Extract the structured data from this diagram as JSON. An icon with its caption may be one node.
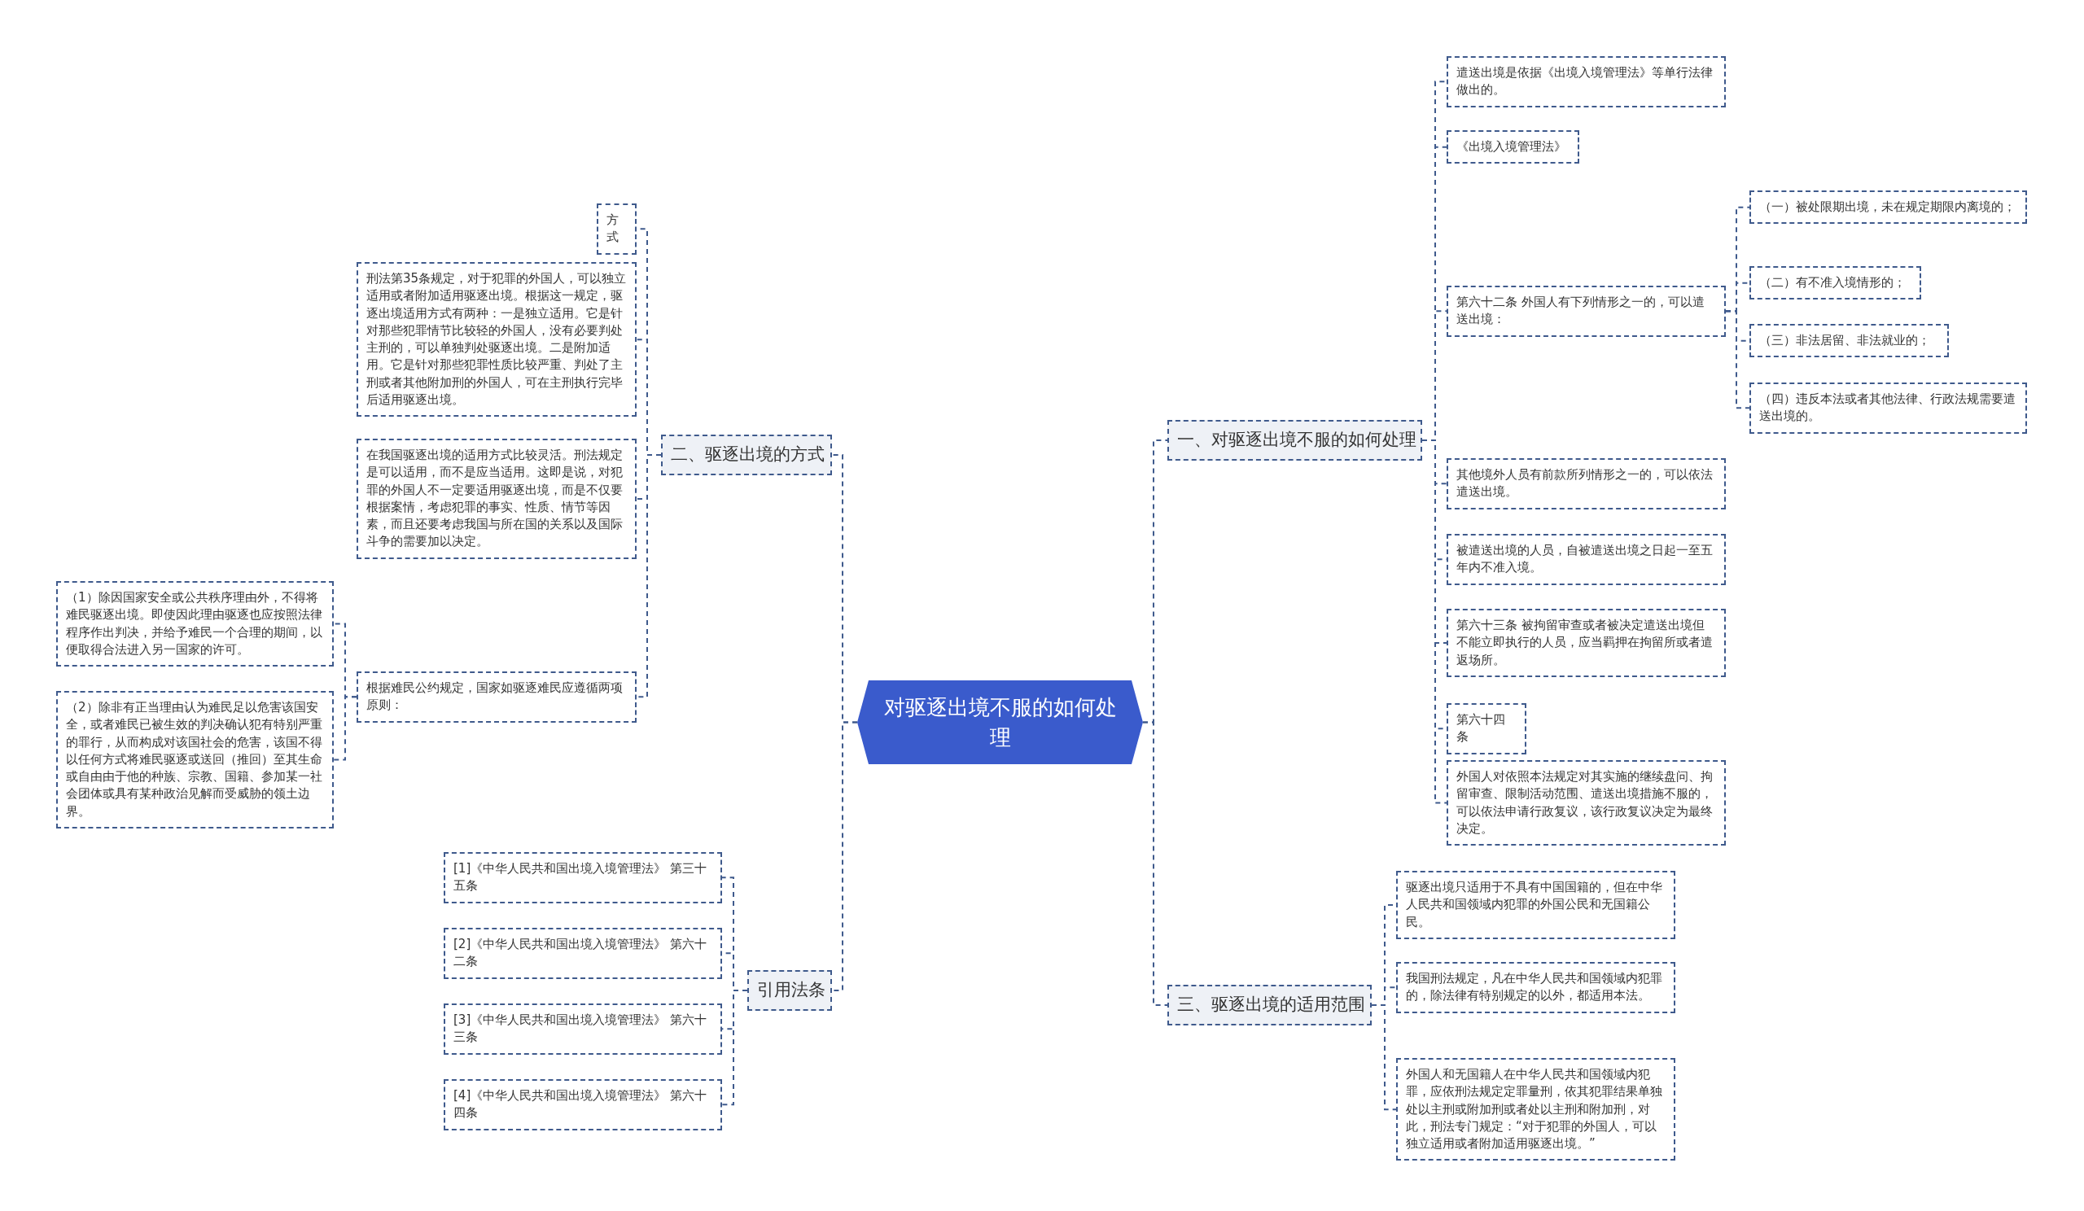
{
  "diagram": {
    "nodes": [
      {
        "text": [
          "对驱逐出境不服的如何处理"
        ]
      },
      {
        "text": [
          "一、对驱逐出境不服的如何处理"
        ]
      },
      {
        "text": [
          "遣送出境是依据《出境入境管理法》等单行法律做出的。"
        ]
      },
      {
        "text": [
          "《出境入境管理法》"
        ]
      },
      {
        "text": [
          "第六十二条 外国人有下列情形之一的，可以遣送出境："
        ]
      },
      {
        "text": [
          "（一）被处限期出境，未在规定期限内离境的；"
        ]
      },
      {
        "text": [
          "（二）有不准入境情形的；"
        ]
      },
      {
        "text": [
          "（三）非法居留、非法就业的；"
        ]
      },
      {
        "text": [
          "（四）违反本法或者其他法律、行政法规需要遣送出境的。"
        ]
      },
      {
        "text": [
          "其他境外人员有前款所列情形之一的，可以依法遣送出境。"
        ]
      },
      {
        "text": [
          "被遣送出境的人员，自被遣送出境之日起一至五年内不准入境。"
        ]
      },
      {
        "text": [
          "第六十三条 被拘留审查或者被决定遣送出境但不能立即执行的人员，应当羁押在拘留所或者遣返场所。"
        ]
      },
      {
        "text": [
          "第六十四条"
        ]
      },
      {
        "text": [
          "外国人对依照本法规定对其实施的继续盘问、拘留审查、限制活动范围、遣送出境措施不服的，可以依法申请行政复议，该行政复议决定为最终决定。"
        ]
      },
      {
        "text": [
          "三、驱逐出境的适用范围"
        ]
      },
      {
        "text": [
          "驱逐出境只适用于不具有中国国籍的，但在中华人民共和国领域内犯罪的外国公民和无国籍公民。"
        ]
      },
      {
        "text": [
          "我国刑法规定，凡在中华人民共和国领域内犯罪的，除法律有特别规定的以外，都适用本法。"
        ]
      },
      {
        "text": [
          "外国人和无国籍人在中华人民共和国领域内犯罪，应依刑法规定定罪量刑，依其犯罪结果单独处以主刑或附加刑或者处以主刑和附加刑，对此，刑法专门规定：“对于犯罪的外国人，可以独立适用或者附加适用驱逐出境。”"
        ]
      },
      {
        "text": [
          "二、驱逐出境的方式"
        ]
      },
      {
        "text": [
          "方式"
        ]
      },
      {
        "text": [
          "刑法第35条规定，对于犯罪的外国人，可以独立适用或者附加适用驱逐出境。根据这一规定，驱逐出境适用方式有两种：一是独立适用。它是针对那些犯罪情节比较轻的外国人，没有必要判处主刑的，可以单独判处驱逐出境。二是附加适用。它是针对那些犯罪性质比较严重、判处了主刑或者其他附加刑的外国人，可在主刑执行完毕后适用驱逐出境。"
        ]
      },
      {
        "text": [
          "在我国驱逐出境的适用方式比较灵活。刑法规定是可以适用，而不是应当适用。这即是说，对犯罪的外国人不一定要适用驱逐出境，而是不仅要根据案情，考虑犯罪的事实、性质、情节等因素，而且还要考虑我国与所在国的关系以及国际斗争的需要加以决定。"
        ]
      },
      {
        "text": [
          "根据难民公约规定，国家如驱逐难民应遵循两项原则："
        ]
      },
      {
        "text": [
          "（1）除因国家安全或公共秩序理由外，不得将难民驱逐出境。即使因此理由驱逐也应按照法律程序作出判决，并给予难民一个合理的期间，以便取得合法进入另一国家的许可。"
        ]
      },
      {
        "text": [
          "（2）除非有正当理由认为难民足以危害该国安全，或者难民已被生效的判决确认犯有特别严重的罪行，从而构成对该国社会的危害，该国不得以任何方式将难民驱逐或送回（推回）至其生命或自由由于他的种族、宗教、国籍、参加某一社会团体或具有某种政治见解而受威胁的领土边界。"
        ]
      },
      {
        "text": [
          "引用法条"
        ]
      },
      {
        "text": [
          "[1]《中华人民共和国出境入境管理法》 第三十五条"
        ]
      },
      {
        "text": [
          "[2]《中华人民共和国出境入境管理法》 第六十二条"
        ]
      },
      {
        "text": [
          "[3]《中华人民共和国出境入境管理法》 第六十三条"
        ]
      },
      {
        "text": [
          "[4]《中华人民共和国出境入境管理法》 第六十四条"
        ]
      }
    ],
    "edges": [
      {
        "from": 0,
        "to": 1,
        "arrow": "none"
      },
      {
        "from": 0,
        "to": 14,
        "arrow": "none"
      },
      {
        "from": 0,
        "to": 18,
        "arrow": "none"
      },
      {
        "from": 0,
        "to": 25,
        "arrow": "none"
      },
      {
        "from": 1,
        "to": 2,
        "arrow": "none"
      },
      {
        "from": 1,
        "to": 3,
        "arrow": "none"
      },
      {
        "from": 1,
        "to": 4,
        "arrow": "none"
      },
      {
        "from": 1,
        "to": 9,
        "arrow": "none"
      },
      {
        "from": 1,
        "to": 10,
        "arrow": "none"
      },
      {
        "from": 1,
        "to": 11,
        "arrow": "none"
      },
      {
        "from": 1,
        "to": 12,
        "arrow": "none"
      },
      {
        "from": 1,
        "to": 13,
        "arrow": "none"
      },
      {
        "from": 4,
        "to": 5,
        "arrow": "none"
      },
      {
        "from": 4,
        "to": 6,
        "arrow": "none"
      },
      {
        "from": 4,
        "to": 7,
        "arrow": "none"
      },
      {
        "from": 4,
        "to": 8,
        "arrow": "none"
      },
      {
        "from": 14,
        "to": 15,
        "arrow": "none"
      },
      {
        "from": 14,
        "to": 16,
        "arrow": "none"
      },
      {
        "from": 14,
        "to": 17,
        "arrow": "none"
      },
      {
        "from": 18,
        "to": 19,
        "arrow": "none"
      },
      {
        "from": 18,
        "to": 20,
        "arrow": "none"
      },
      {
        "from": 18,
        "to": 21,
        "arrow": "none"
      },
      {
        "from": 18,
        "to": 22,
        "arrow": "none"
      },
      {
        "from": 22,
        "to": 23,
        "arrow": "none"
      },
      {
        "from": 22,
        "to": 24,
        "arrow": "none"
      },
      {
        "from": 25,
        "to": 26,
        "arrow": "none"
      },
      {
        "from": 25,
        "to": 27,
        "arrow": "none"
      },
      {
        "from": 25,
        "to": 28,
        "arrow": "none"
      },
      {
        "from": 25,
        "to": 29,
        "arrow": "none"
      }
    ]
  }
}
